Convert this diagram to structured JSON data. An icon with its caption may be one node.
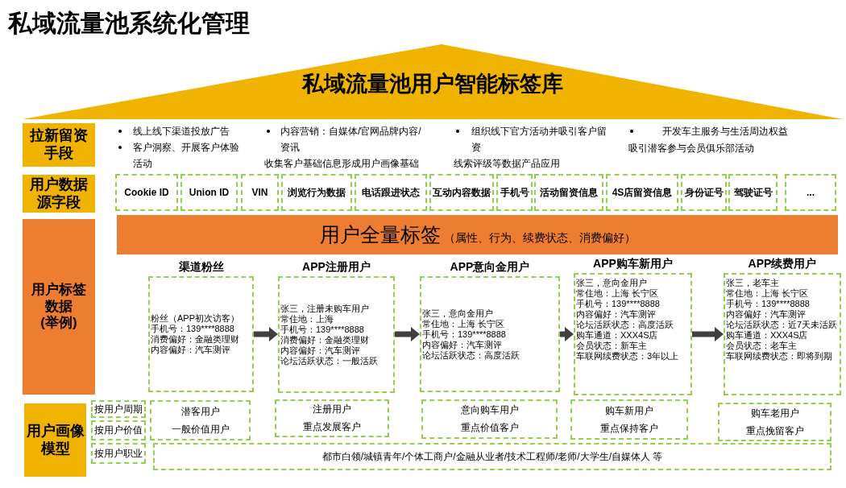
{
  "diagram": {
    "title": "私域流量池系统化管理",
    "nodes": [
      {
        "text": [
          "私域流量池用户智能标签库"
        ]
      },
      {
        "text": [
          "拉新留资手段"
        ]
      },
      {
        "text": [
          "用户数据源字段"
        ]
      },
      {
        "text": [
          "Cookie ID"
        ]
      },
      {
        "text": [
          "Union ID"
        ]
      },
      {
        "text": [
          "VIN"
        ]
      },
      {
        "text": [
          "浏览行为数据"
        ]
      },
      {
        "text": [
          "电话跟进状态"
        ]
      },
      {
        "text": [
          "互动内容数据"
        ]
      },
      {
        "text": [
          "手机号"
        ]
      },
      {
        "text": [
          "活动留资信息"
        ]
      },
      {
        "text": [
          "4S店留资信息"
        ]
      },
      {
        "text": [
          "身份证号"
        ]
      },
      {
        "text": [
          "驾驶证号"
        ]
      },
      {
        "text": [
          "..."
        ]
      },
      {
        "text": [
          "用户标签数据",
          "(举例)"
        ]
      },
      {
        "text": [
          "用户全量标签",
          "（属性、行为、续费状态、消费偏好）"
        ]
      },
      {
        "text": [
          "渠道粉丝",
          "粉丝（APP初次访客）",
          "手机号：139****8888",
          "消费偏好：金融类理财",
          "内容偏好：汽车测评"
        ]
      },
      {
        "text": [
          "APP注册用户",
          "张三，注册未购车用户",
          "常住地：上海",
          "手机号：139****8888",
          "消费偏好：金融类理财",
          "内容偏好：汽车测评",
          "论坛活跃状态：一般活跃"
        ]
      },
      {
        "text": [
          "APP意向金用户",
          "张三，意向金用户",
          "常住地：上海 长宁区",
          "手机号：139****8888",
          "内容偏好：汽车测评",
          "论坛活跃状态：高度活跃"
        ]
      },
      {
        "text": [
          "APP购车新用户",
          "张三，意向金用户",
          "常住地：上海 长宁区",
          "手机号：139****8888",
          "内容偏好：汽车测评",
          "论坛活跃状态：高度活跃",
          "购车通道：XXX4S店",
          "会员状态：新车主",
          "车联网续费状态：3年以上"
        ]
      },
      {
        "text": [
          "APP续费用户",
          "张三，老车主",
          "常住地：上海 长宁区",
          "手机号：139****8888",
          "内容偏好：汽车测评",
          "论坛活跃状态：近7天未活跃",
          "购车通道：XXX4S店",
          "会员状态：老车主",
          "车联网续费状态：即将到期"
        ]
      },
      {
        "text": [
          "用户画像模型"
        ]
      },
      {
        "text": [
          "按用户周期"
        ]
      },
      {
        "text": [
          "按用户价值"
        ]
      },
      {
        "text": [
          "按用户职业"
        ]
      },
      {
        "text": [
          "潜客用户",
          "一般价值用户"
        ]
      },
      {
        "text": [
          "注册用户",
          "重点发展客户"
        ]
      },
      {
        "text": [
          "意向购车用户",
          "重点价值客户"
        ]
      },
      {
        "text": [
          "购车新用户",
          "重点保持客户"
        ]
      },
      {
        "text": [
          "购车老用户",
          "重点挽留客户"
        ]
      },
      {
        "text": [
          "都市白领/城镇青年/个体工商户/金融从业者/技术工程师/老师/大学生/自媒体人 等"
        ]
      }
    ],
    "edges": [
      {
        "from": 17,
        "to": 18,
        "arrow": "to"
      },
      {
        "from": 18,
        "to": 19,
        "arrow": "to"
      },
      {
        "from": 19,
        "to": 20,
        "arrow": "to"
      },
      {
        "from": 20,
        "to": 21,
        "arrow": "to"
      }
    ],
    "labels": [
      "线上线下渠道投放广告",
      "客户洞察、开展客户体验活动",
      "内容营销：自媒体/官网品牌内容/资讯",
      "收集客户基础信息形成用户画像基础",
      "组织线下官方活动并吸引客户留资",
      "线索评级等数据产品应用",
      "开发车主服务与生活周边权益",
      "吸引潜客参与会员俱乐部活动"
    ]
  }
}
